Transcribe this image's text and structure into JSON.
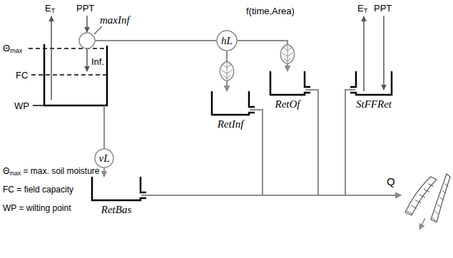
{
  "diagram": {
    "nodes": [
      {
        "text": [
          "maxInf"
        ]
      },
      {
        "text": [
          "hL"
        ]
      },
      {
        "text": [
          "RetOf"
        ]
      },
      {
        "text": [
          "StFFRet"
        ]
      },
      {
        "text": [
          "RetInf"
        ]
      },
      {
        "text": [
          "vL"
        ]
      },
      {
        "text": [
          "RetBas"
        ]
      },
      {
        "text": [
          "Q"
        ]
      }
    ],
    "edges": [
      {
        "from": 0,
        "to": 1,
        "arrow": "none"
      },
      {
        "from": 1,
        "to": 2,
        "arrow": "to"
      },
      {
        "from": 1,
        "to": 4,
        "arrow": "to"
      },
      {
        "from": 5,
        "to": 6,
        "arrow": "to"
      },
      {
        "from": 6,
        "to": 7,
        "arrow": "to"
      },
      {
        "from": 4,
        "to": 7,
        "arrow": "to"
      },
      {
        "from": 2,
        "to": 7,
        "arrow": "to"
      },
      {
        "from": 3,
        "to": 7,
        "arrow": "to"
      }
    ],
    "labels": [
      "ET",
      "PPT",
      "Θmax",
      "FC",
      "WP",
      "Inf.",
      "f(time,Area)",
      "ET",
      "PPT",
      "Θmax = max. soil moisture",
      "FC = field capacity",
      "WP = wilting point"
    ]
  }
}
